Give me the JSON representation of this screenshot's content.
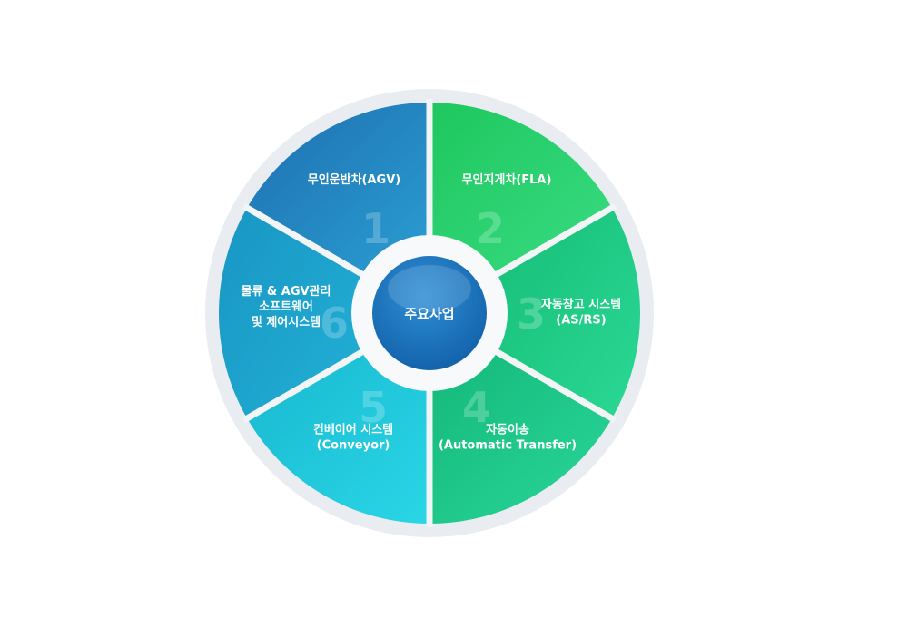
{
  "center": {
    "label": "주요사업"
  },
  "segments": [
    {
      "number": "1",
      "lines": [
        "무인운반차(AGV)"
      ],
      "color_start": "#1e6fb0",
      "color_end": "#2a9ed2"
    },
    {
      "number": "2",
      "lines": [
        "무인지게차(FLA)"
      ],
      "color_start": "#1ec75e",
      "color_end": "#39dc83"
    },
    {
      "number": "3",
      "lines": [
        "자동창고 시스템",
        "(AS/RS)"
      ],
      "color_start": "#16be78",
      "color_end": "#2ad894"
    },
    {
      "number": "4",
      "lines": [
        "자동이송",
        "(Automatic Transfer)"
      ],
      "color_start": "#14b87a",
      "color_end": "#2ad69a"
    },
    {
      "number": "5",
      "lines": [
        "컨베이어 시스템",
        "(Conveyor)"
      ],
      "color_start": "#18b8cf",
      "color_end": "#2ad6e6"
    },
    {
      "number": "6",
      "lines": [
        "물류 & AGV관리",
        "소프트웨어",
        "및 제어시스템"
      ],
      "color_start": "#1896c3",
      "color_end": "#22b0d6"
    }
  ],
  "colors": {
    "outer_ring": "#e9edf1",
    "separator": "#f2f4f6",
    "center_start": "#2f8fd6",
    "center_end": "#1160a8"
  }
}
